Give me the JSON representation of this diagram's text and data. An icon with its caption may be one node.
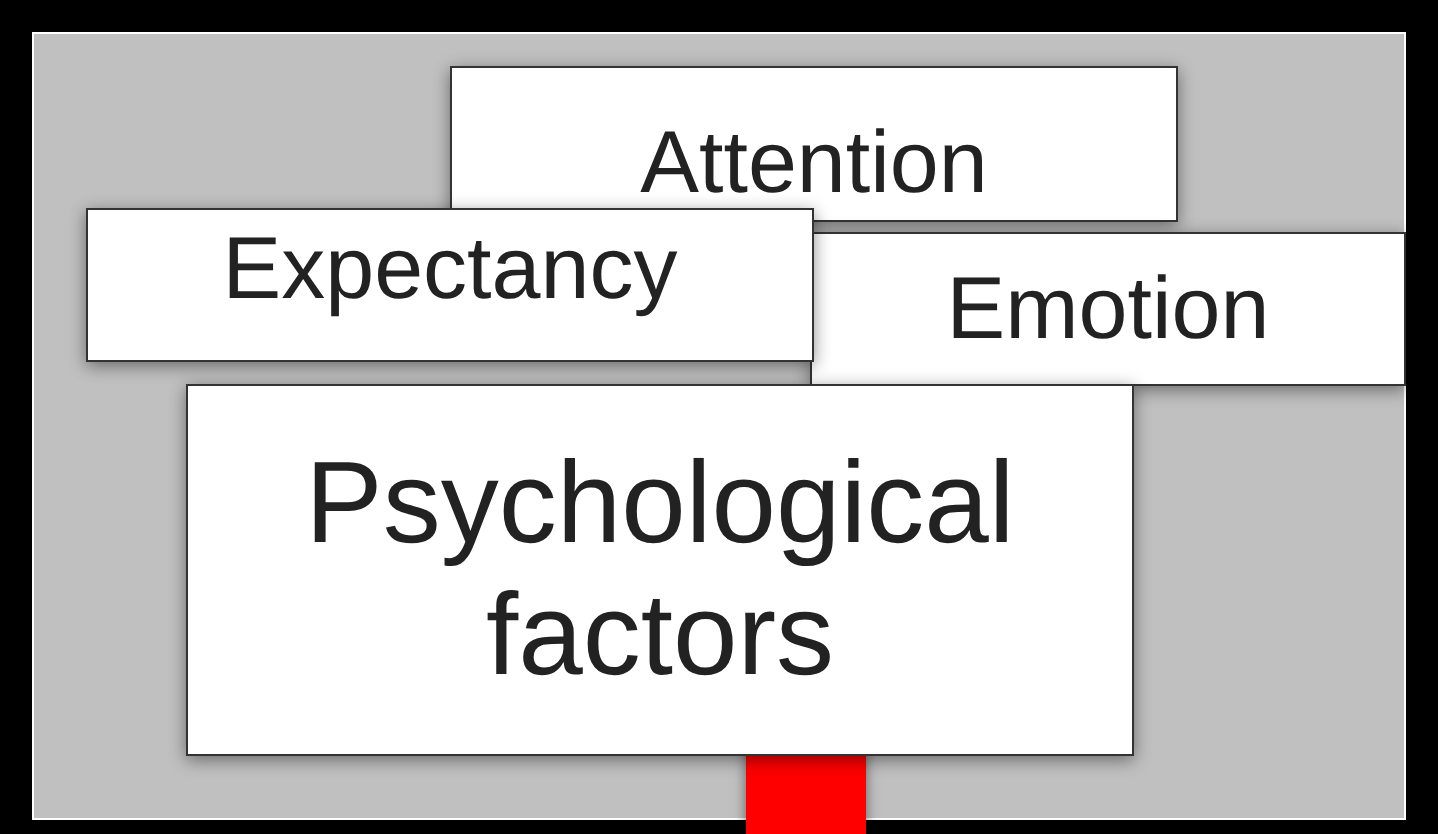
{
  "diagram": {
    "nodes": [
      {
        "text": [
          "Attention"
        ]
      },
      {
        "text": [
          "Expectancy"
        ]
      },
      {
        "text": [
          "Emotion"
        ]
      },
      {
        "text": [
          "Psychological factors"
        ]
      }
    ]
  }
}
